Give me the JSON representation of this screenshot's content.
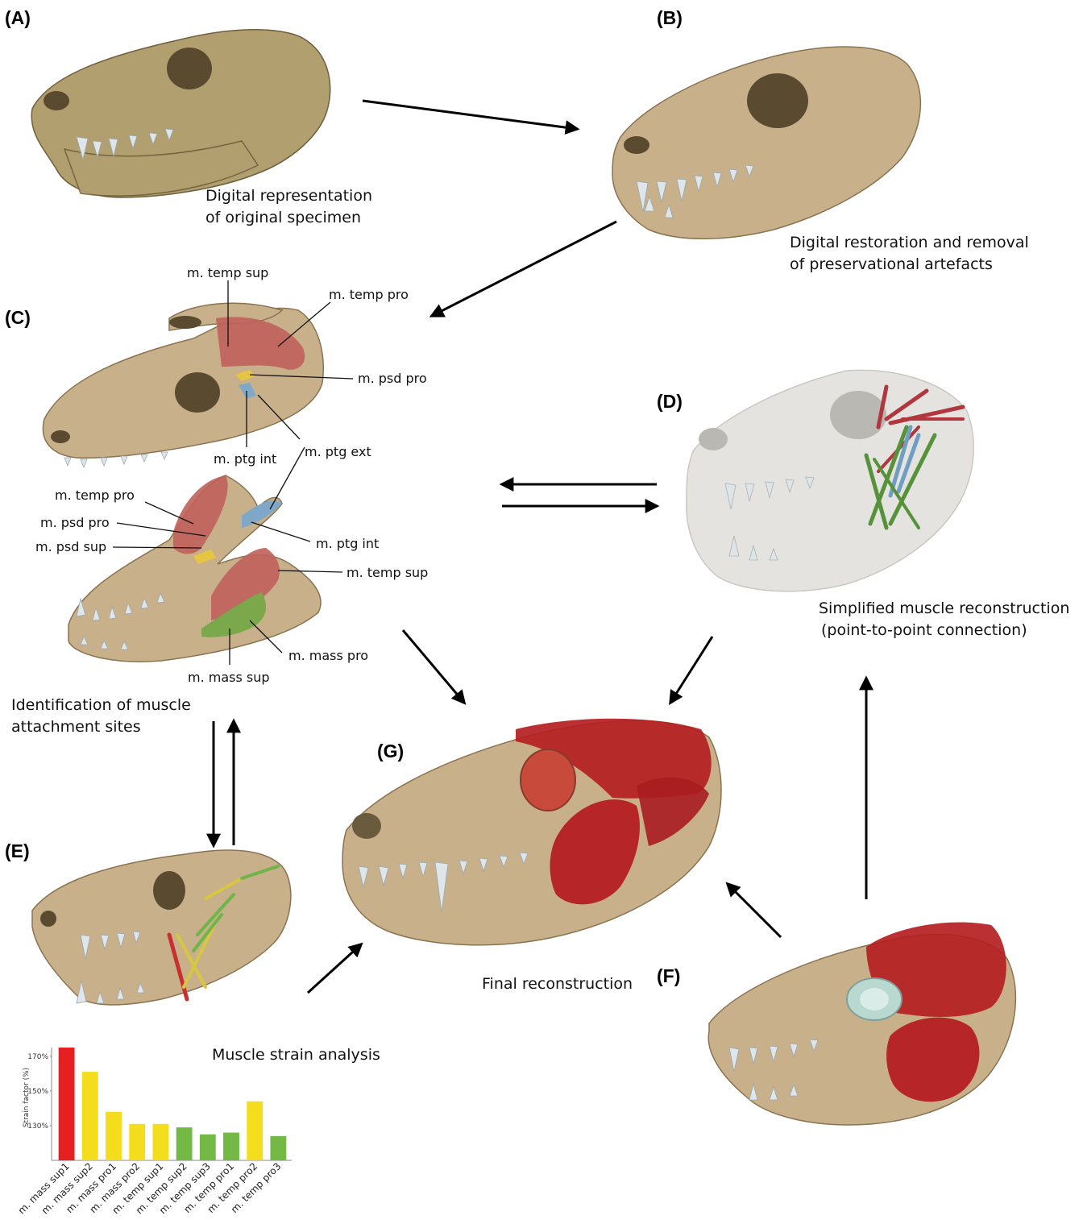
{
  "panels": {
    "A": {
      "label": "(A)",
      "caption": [
        "Digital representation",
        "of original specimen"
      ]
    },
    "B": {
      "label": "(B)",
      "caption": [
        "Digital restoration and removal",
        "of preservational artefacts"
      ]
    },
    "C": {
      "label": "(C)",
      "caption": [
        "Identification of muscle",
        "attachment sites"
      ]
    },
    "D": {
      "label": "(D)",
      "caption": [
        "Simplified muscle reconstruction",
        "(point-to-point connection)"
      ]
    },
    "E": {
      "label": "(E)",
      "caption": [
        "Muscle strain analysis"
      ]
    },
    "F": {
      "label": "(F)"
    },
    "G": {
      "label": "(G)",
      "caption": [
        "Final reconstruction"
      ]
    }
  },
  "muscle_labels": {
    "top_temp_sup": "m. temp sup",
    "top_temp_pro": "m. temp pro",
    "top_psd_pro": "m. psd pro",
    "top_ptg_int": "m. ptg int",
    "top_ptg_ext": "m. ptg ext",
    "jaw_temp_pro": "m. temp pro",
    "jaw_psd_pro": "m. psd pro",
    "jaw_psd_sup": "m. psd sup",
    "jaw_ptg_int": "m. ptg int",
    "jaw_temp_sup": "m. temp sup",
    "jaw_mass_pro": "m. mass pro",
    "jaw_mass_sup": "m. mass sup"
  },
  "colors": {
    "bone": "#c8b08a",
    "temporalis": "#c0605c",
    "pterygoid": "#7fa7c8",
    "pseudotemporalis": "#e6c542",
    "masseter": "#7aa84a",
    "high_strain": "#e62020",
    "medium_strain": "#f3dd1c",
    "low_strain": "#74b845",
    "final_muscle": "#b51e22"
  },
  "chart_data": {
    "type": "bar",
    "ylabel": "Strain factor (%)",
    "yticks": [
      "130%",
      "150%",
      "170%"
    ],
    "ylim": [
      110,
      175
    ],
    "categories": [
      "m. mass sup1",
      "m. mass sup2",
      "m. mass pro1",
      "m. mass pro2",
      "m. temp sup1",
      "m. temp sup2",
      "m. temp sup3",
      "m. temp pro1",
      "m. temp pro2",
      "m. temp pro3"
    ],
    "values": [
      175,
      161,
      138,
      131,
      131,
      129,
      125,
      126,
      144,
      124
    ],
    "colors": [
      "#e62020",
      "#f3dd1c",
      "#f3dd1c",
      "#f3dd1c",
      "#f3dd1c",
      "#74b845",
      "#74b845",
      "#74b845",
      "#f3dd1c",
      "#74b845"
    ]
  }
}
